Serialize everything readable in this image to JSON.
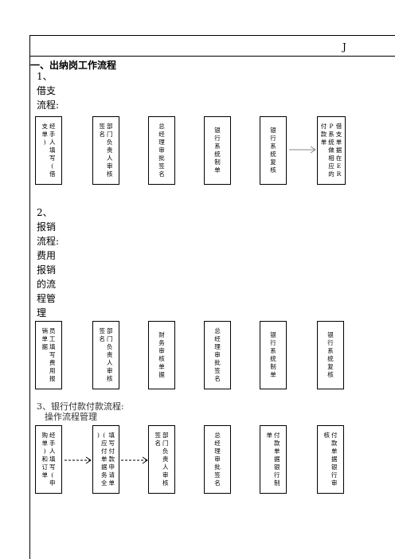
{
  "page": {
    "title": "一、出纳岗工作流程",
    "edge_char": "J"
  },
  "section1": {
    "label": "1、借支流程:",
    "boxes": [
      "经手人填写(借支单)",
      "部门负责人审核签名",
      "总经理审批签名",
      "银行系统制单",
      "银行系统复核",
      "借支单据在ERP系统做相应的付款单"
    ]
  },
  "section2": {
    "label": "2、报销流程:费用报销的流程管理",
    "boxes": [
      "员工填写费用报销单据",
      "部门负责人审核签名",
      "财务审核单据",
      "总经理审批签名",
      "银行系统制单",
      "银行系统复核"
    ]
  },
  "section3": {
    "label_line1": "3、银行付款付款流程:",
    "label_line2": "操作流程管理",
    "boxes": [
      "经手人填写(申购单)和订单",
      "填写付款申请单(应付单据务全)",
      "部门负责人审核签名",
      "总经理审批签名",
      "付款单据银行制单",
      "付款单据银行审核"
    ]
  }
}
